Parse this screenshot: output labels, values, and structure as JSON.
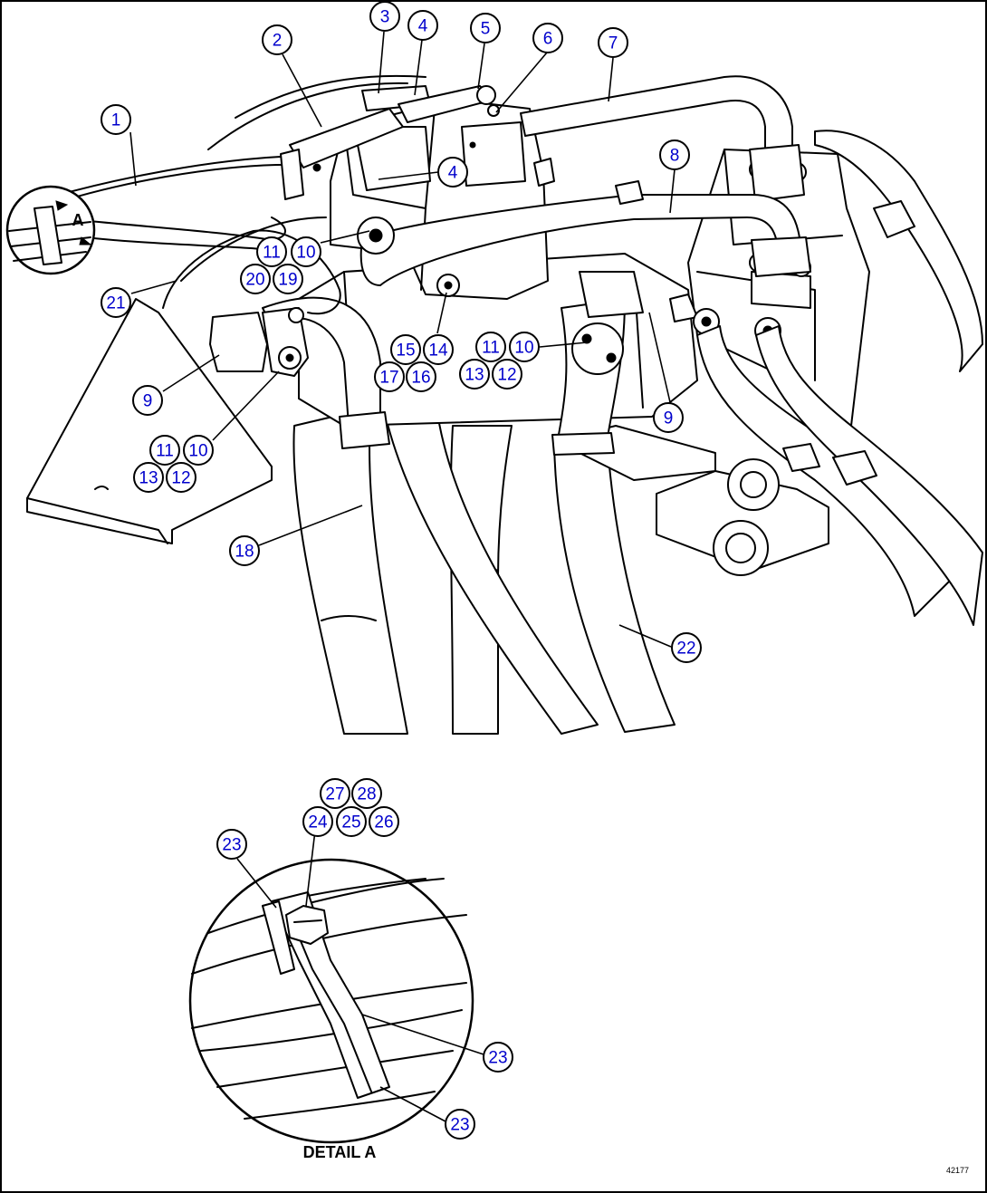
{
  "drawing": {
    "detail_letter": "A",
    "detail_caption": "DETAIL A",
    "corner_code": "42177"
  },
  "callouts": [
    {
      "id": "c1",
      "label": "1"
    },
    {
      "id": "c2",
      "label": "2"
    },
    {
      "id": "c3",
      "label": "3"
    },
    {
      "id": "c4a",
      "label": "4"
    },
    {
      "id": "c4b",
      "label": "4"
    },
    {
      "id": "c5",
      "label": "5"
    },
    {
      "id": "c6",
      "label": "6"
    },
    {
      "id": "c7",
      "label": "7"
    },
    {
      "id": "c8",
      "label": "8"
    },
    {
      "id": "c9a",
      "label": "9"
    },
    {
      "id": "c9b",
      "label": "9"
    },
    {
      "id": "c10a",
      "label": "10"
    },
    {
      "id": "c11a",
      "label": "11"
    },
    {
      "id": "c19",
      "label": "19"
    },
    {
      "id": "c20",
      "label": "20"
    },
    {
      "id": "c21",
      "label": "21"
    },
    {
      "id": "c15",
      "label": "15"
    },
    {
      "id": "c14",
      "label": "14"
    },
    {
      "id": "c17",
      "label": "17"
    },
    {
      "id": "c16",
      "label": "16"
    },
    {
      "id": "c11b",
      "label": "11"
    },
    {
      "id": "c10b",
      "label": "10"
    },
    {
      "id": "c13b",
      "label": "13"
    },
    {
      "id": "c12b",
      "label": "12"
    },
    {
      "id": "c11c",
      "label": "11"
    },
    {
      "id": "c10c",
      "label": "10"
    },
    {
      "id": "c13c",
      "label": "13"
    },
    {
      "id": "c12c",
      "label": "12"
    },
    {
      "id": "c18",
      "label": "18"
    },
    {
      "id": "c22",
      "label": "22"
    },
    {
      "id": "c27",
      "label": "27"
    },
    {
      "id": "c28",
      "label": "28"
    },
    {
      "id": "c24",
      "label": "24"
    },
    {
      "id": "c25",
      "label": "25"
    },
    {
      "id": "c26",
      "label": "26"
    },
    {
      "id": "c23a",
      "label": "23"
    },
    {
      "id": "c23b",
      "label": "23"
    },
    {
      "id": "c23c",
      "label": "23"
    }
  ]
}
